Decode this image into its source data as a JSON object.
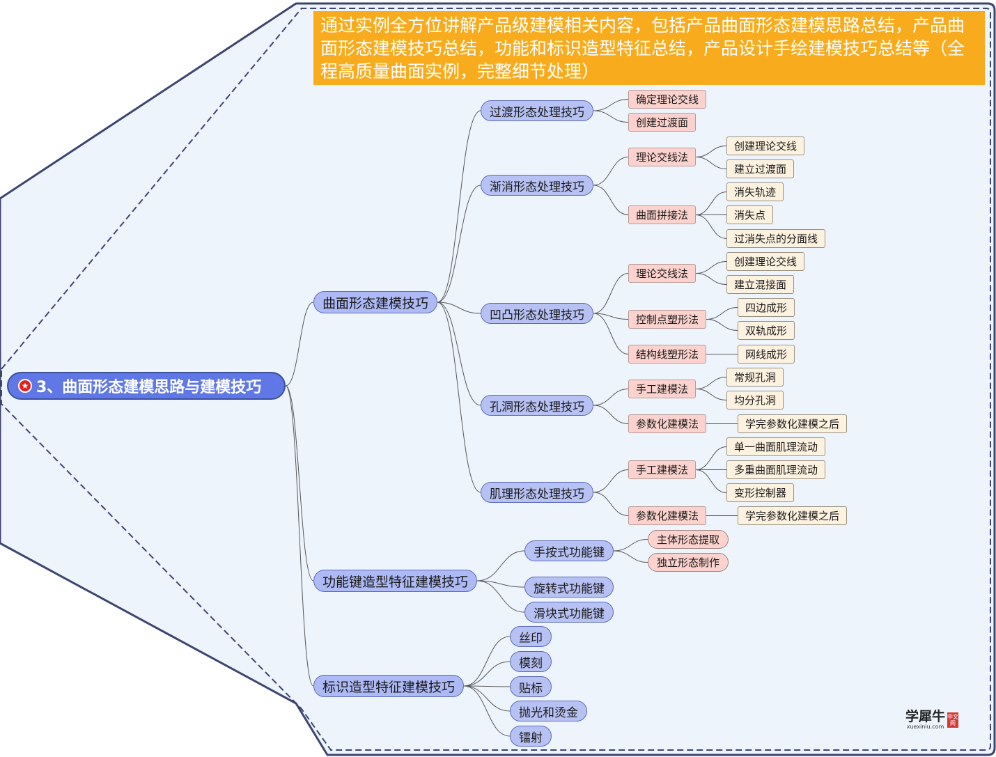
{
  "root": {
    "label": "3、曲面形态建模思路与建模技巧",
    "icon": "star-icon"
  },
  "summary": "通过实例全方位讲解产品级建模相关内容，包括产品曲面形态建模思路总结，产品曲面形态建模技巧总结，功能和标识造型特征总结，产品设计手绘建模技巧总结等（全程高质量曲面实例，完整细节处理）",
  "branches": {
    "b1": {
      "label": "曲面形态建模技巧",
      "children": {
        "c1": {
          "label": "过渡形态处理技巧",
          "items": [
            "确定理论交线",
            "创建过渡面"
          ]
        },
        "c2": {
          "label": "渐消形态处理技巧",
          "m1": {
            "label": "理论交线法",
            "items": [
              "创建理论交线",
              "建立过渡面"
            ]
          },
          "m2": {
            "label": "曲面拼接法",
            "items": [
              "消失轨迹",
              "消失点",
              "过消失点的分面线"
            ]
          }
        },
        "c3": {
          "label": "凹凸形态处理技巧",
          "m1": {
            "label": "理论交线法",
            "items": [
              "创建理论交线",
              "建立混接面"
            ]
          },
          "m2": {
            "label": "控制点塑形法",
            "items": [
              "四边成形",
              "双轨成形"
            ]
          },
          "m3": {
            "label": "结构线塑形法",
            "items": [
              "网线成形"
            ]
          }
        },
        "c4": {
          "label": "孔洞形态处理技巧",
          "m1": {
            "label": "手工建模法",
            "items": [
              "常规孔洞",
              "均分孔洞"
            ]
          },
          "m2": {
            "label": "参数化建模法",
            "items": [
              "学完参数化建模之后"
            ]
          }
        },
        "c5": {
          "label": "肌理形态处理技巧",
          "m1": {
            "label": "手工建模法",
            "items": [
              "单一曲面肌理流动",
              "多重曲面肌理流动",
              "变形控制器"
            ]
          },
          "m2": {
            "label": "参数化建模法",
            "items": [
              "学完参数化建模之后"
            ]
          }
        }
      }
    },
    "b2": {
      "label": "功能键造型特征建模技巧",
      "children": {
        "c1": {
          "label": "手按式功能键",
          "items": [
            "主体形态提取",
            "独立形态制作"
          ]
        },
        "c2": {
          "label": "旋转式功能键"
        },
        "c3": {
          "label": "滑块式功能键"
        }
      }
    },
    "b3": {
      "label": "标识造型特征建模技巧",
      "items": [
        "丝印",
        "模刻",
        "贴标",
        "抛光和烫金",
        "镭射"
      ]
    }
  },
  "logo": {
    "text": "学犀牛",
    "url": "xuexiniu.com",
    "stamp": "中文网"
  },
  "colors": {
    "root": "#5f78e6",
    "summary": "#f7ab1d",
    "level1": "#aebaf5",
    "level3": "#fbd2cd",
    "level4": "#fdf1e0",
    "panel": "#eef4fc",
    "border": "#3c4470"
  }
}
